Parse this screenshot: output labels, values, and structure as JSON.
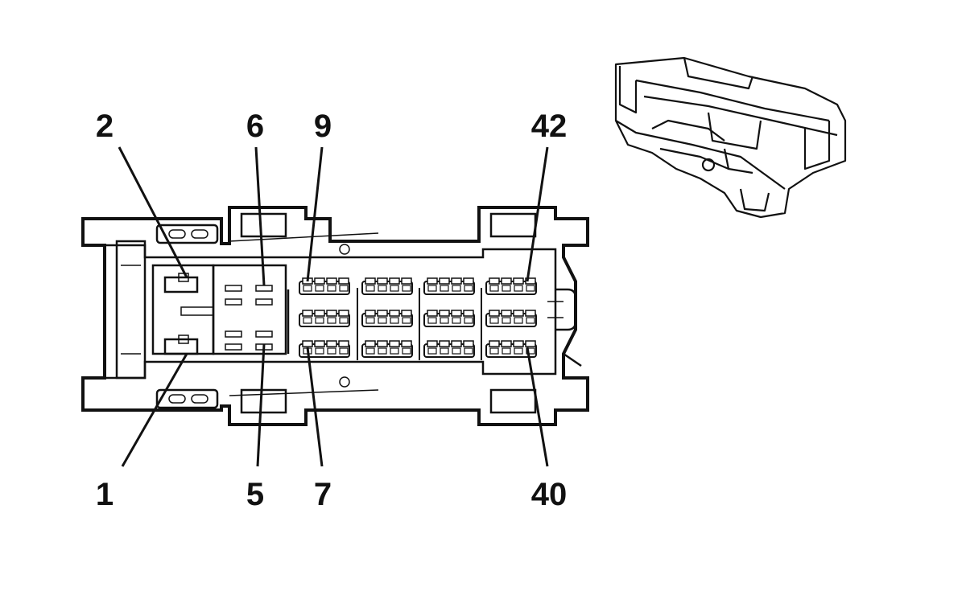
{
  "labels": {
    "top": [
      "2",
      "6",
      "9",
      "42"
    ],
    "bottom": [
      "1",
      "5",
      "7",
      "40"
    ]
  },
  "colors": {
    "ink": "#111111",
    "background": "#ffffff"
  },
  "connector": {
    "cavity_rows": 3,
    "cavity_groups": 4,
    "cavities_per_group": 4
  }
}
